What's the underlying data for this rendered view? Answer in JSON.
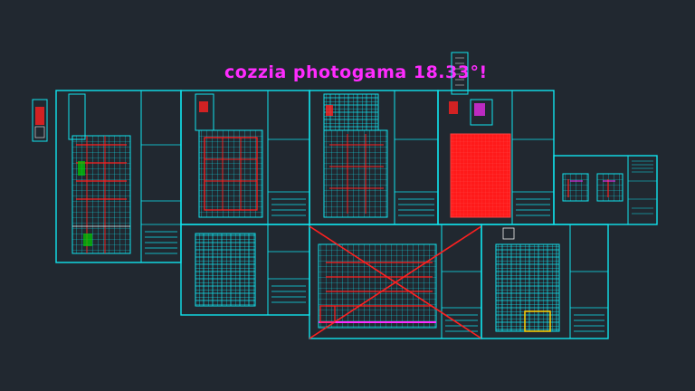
{
  "drawing": {
    "title": "cozzia photogama 18.33°!",
    "background": "#212830",
    "colors": {
      "linework": "#11e3ee",
      "highlight": "#ff2020",
      "annotation": "#ff2bff",
      "detail": "#f0f0f0",
      "accent": "#00d000"
    }
  },
  "sheets": [
    {
      "name": "sheet-plan-1"
    },
    {
      "name": "sheet-plan-2"
    },
    {
      "name": "sheet-plan-3"
    },
    {
      "name": "sheet-plan-4-filled"
    },
    {
      "name": "sheet-detail-small"
    },
    {
      "name": "sheet-elevation-1"
    },
    {
      "name": "sheet-section-red"
    },
    {
      "name": "sheet-elevation-2"
    }
  ]
}
